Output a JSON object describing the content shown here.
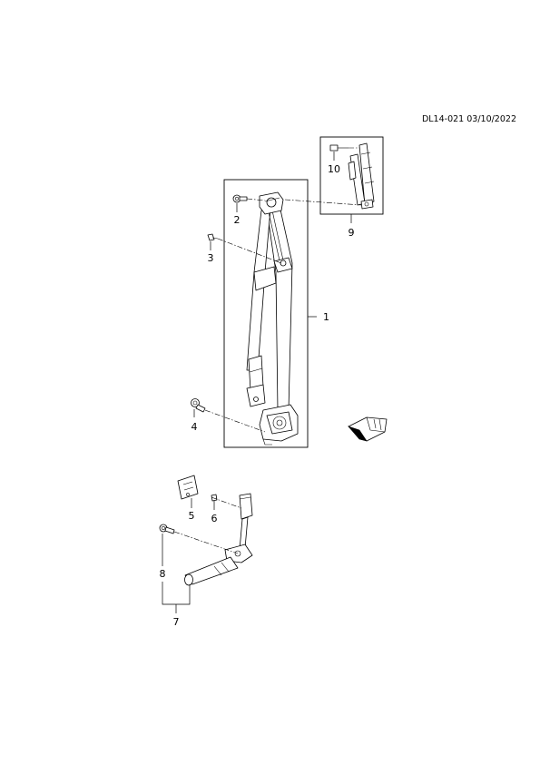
{
  "drawing": {
    "code": "DL14-021 03/10/2022",
    "refs": {
      "r1": "1",
      "r2": "2",
      "r3": "3",
      "r4": "4",
      "r5": "5",
      "r6": "6",
      "r7": "7",
      "r8": "8",
      "r9": "9",
      "r10": "10"
    }
  }
}
